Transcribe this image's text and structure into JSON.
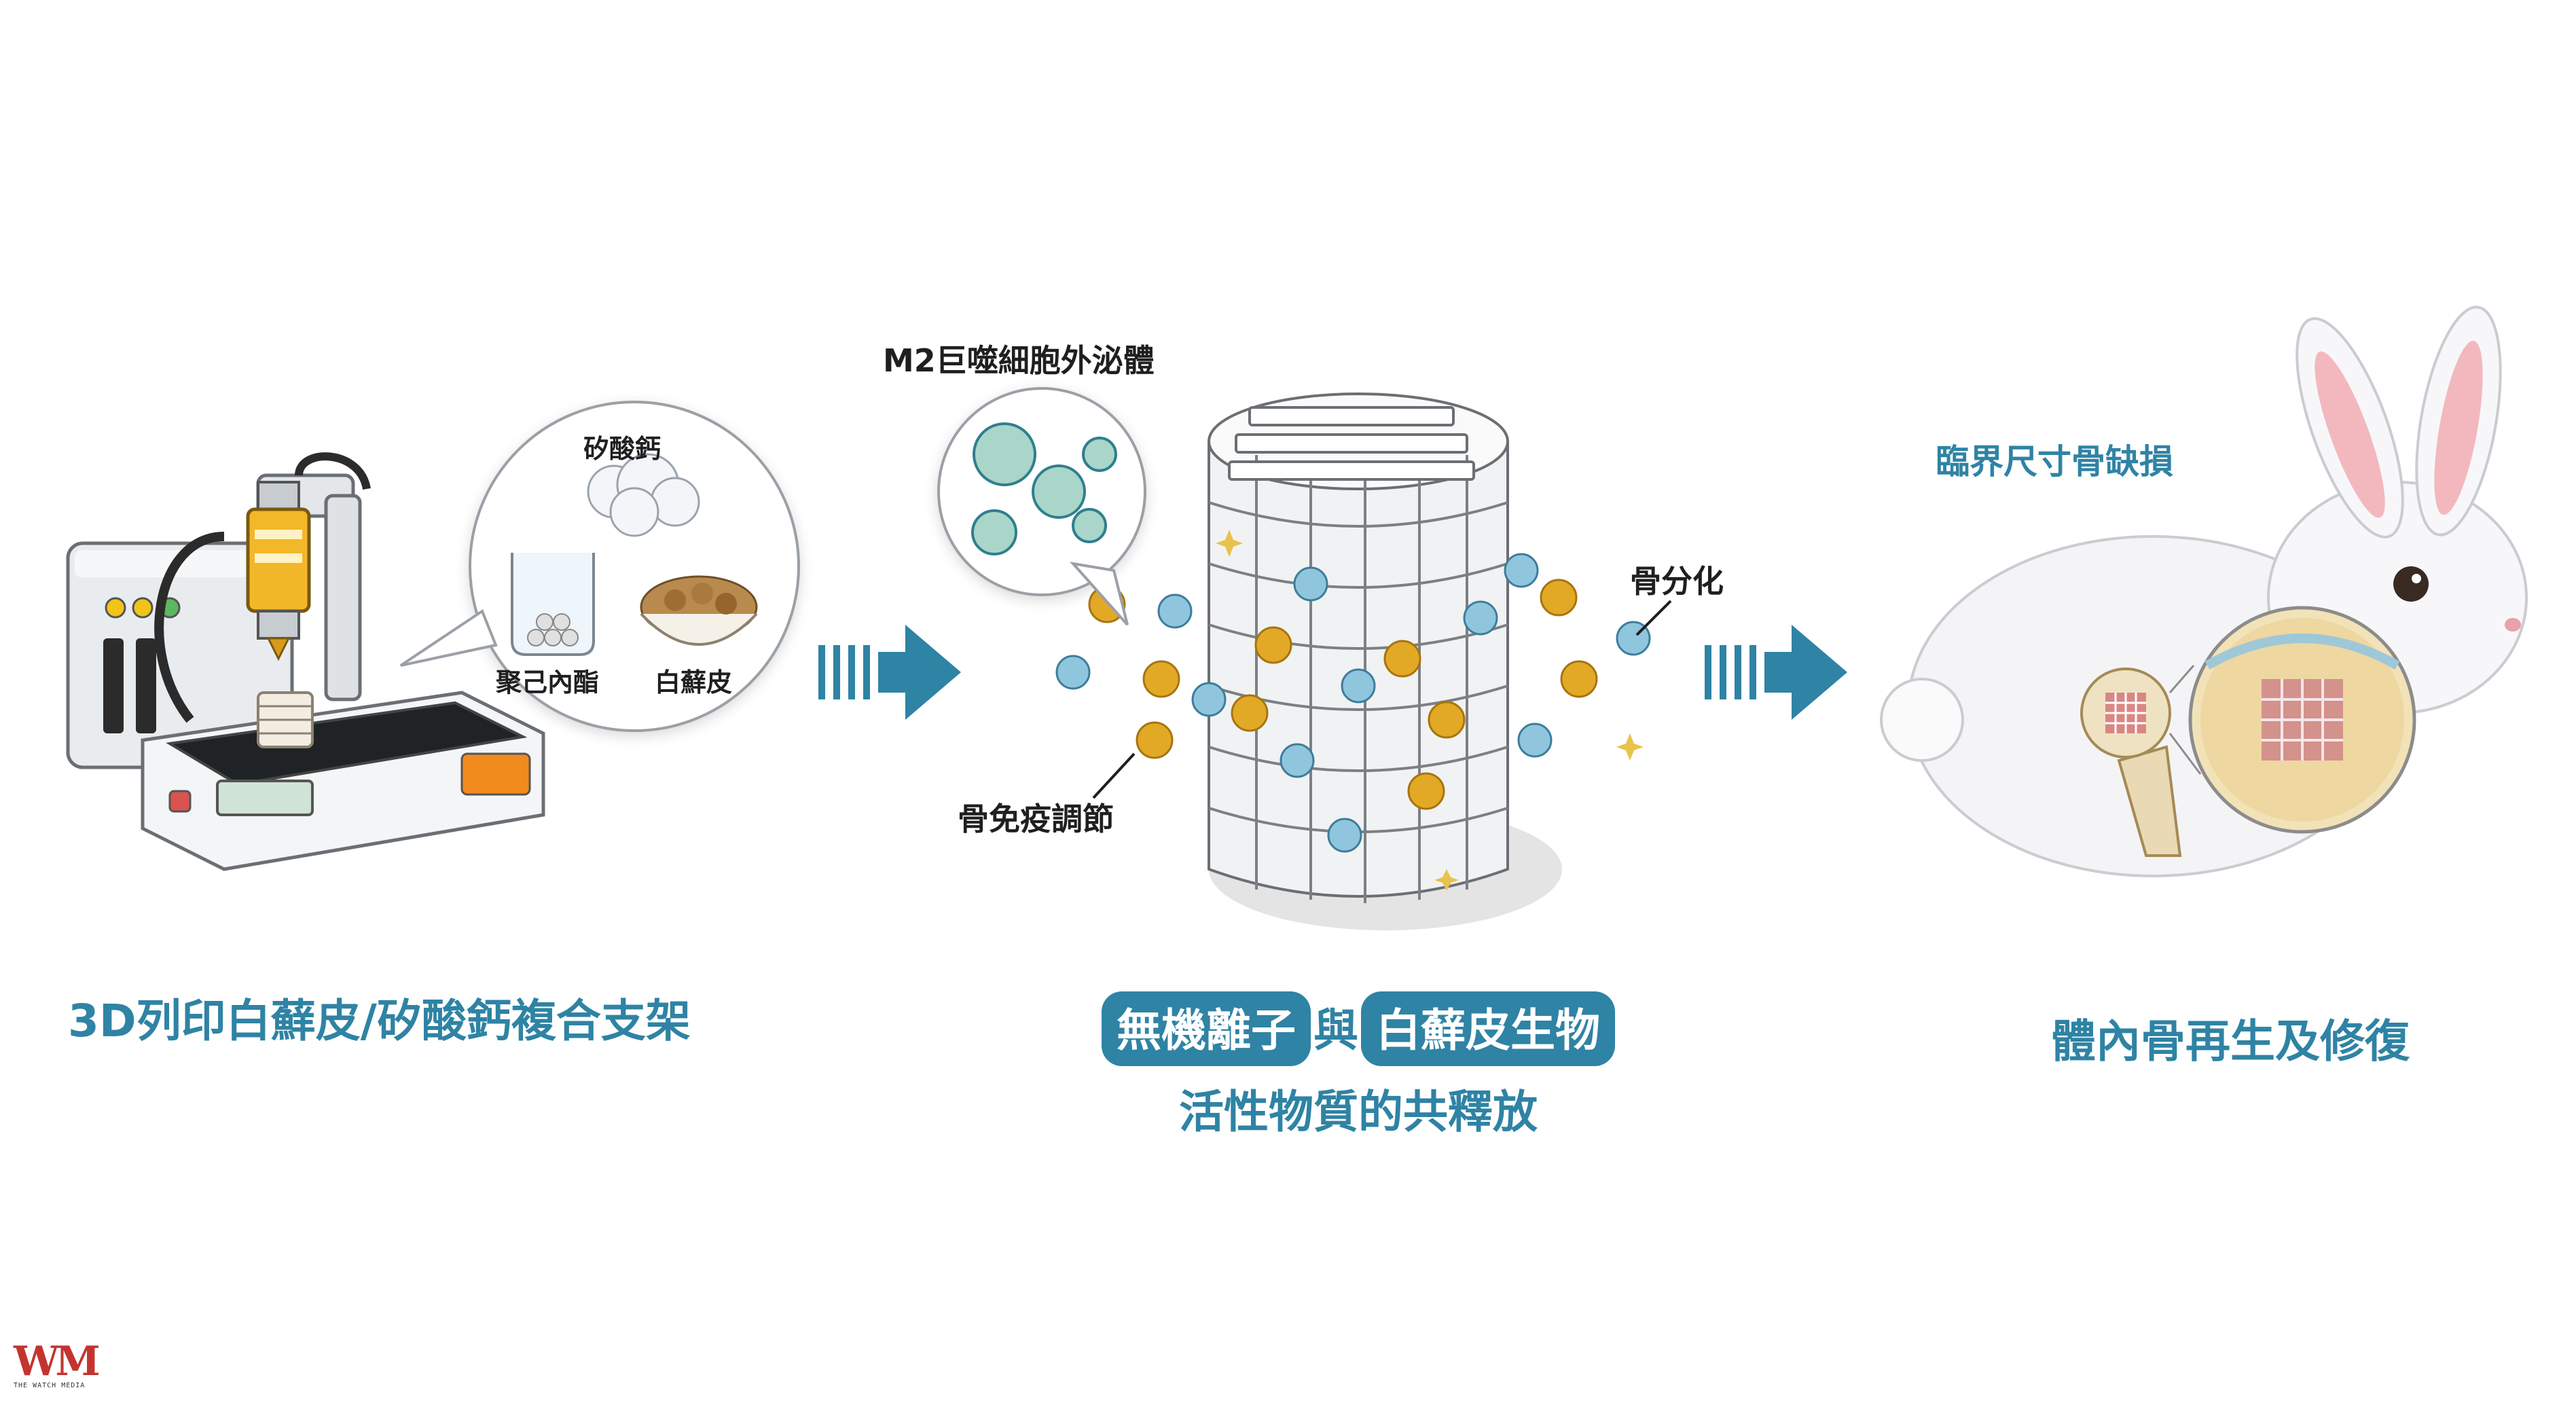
{
  "left": {
    "materials": {
      "calcium_silicate": "矽酸鈣",
      "polycaprolactone": "聚己內酯",
      "baicalin": "白蘚皮"
    },
    "caption": "3D列印白蘚皮/矽酸鈣複合支架"
  },
  "middle": {
    "exosome_label": "M2巨噬細胞外泌體",
    "osteoimmune_label": "骨免疫調節",
    "osteogenic_label": "骨分化",
    "caption_highlight_1": "無機離子",
    "caption_join": "與",
    "caption_highlight_2": "白蘚皮生物",
    "caption_line2": "活性物質的共釋放"
  },
  "right": {
    "defect_label": "臨界尺寸骨缺損",
    "caption": "體內骨再生及修復"
  },
  "logo": {
    "mark": "WM",
    "text": "THE WATCH MEDIA"
  },
  "colors": {
    "accent": "#2f83a4",
    "gold": "#e2a927",
    "cell_blue": "#8fc6de"
  }
}
